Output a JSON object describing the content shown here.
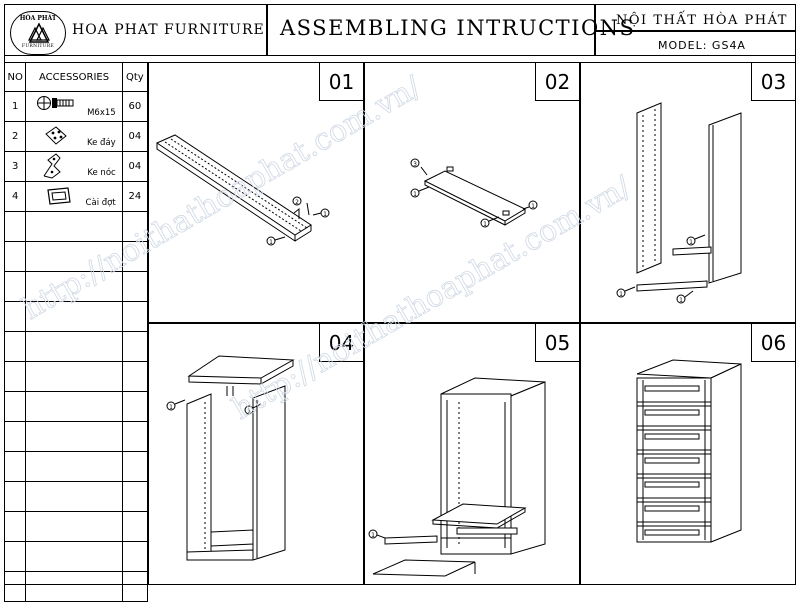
{
  "header": {
    "logo_top": "HÒA PHÁT",
    "logo_bottom": "FURNITURE",
    "brand": "HOA PHAT FURNITURE",
    "title": "ASSEMBLING INTRUCTIONS",
    "company": "NỘI THẤT HÒA PHÁT",
    "model": "MODEL: GS4A"
  },
  "accessories": {
    "headers": {
      "no": "NO",
      "name": "ACCESSORIES",
      "qty": "Qty"
    },
    "items": [
      {
        "no": "1",
        "name": "M6x15",
        "qty": "60",
        "icon": "bolt-icon"
      },
      {
        "no": "2",
        "name": "Ke đáy",
        "qty": "04",
        "icon": "bottom-bracket-icon"
      },
      {
        "no": "3",
        "name": "Ke nóc",
        "qty": "04",
        "icon": "top-bracket-icon"
      },
      {
        "no": "4",
        "name": "Cài đợt",
        "qty": "24",
        "icon": "shelf-clip-icon"
      }
    ]
  },
  "steps": [
    {
      "number": "01"
    },
    {
      "number": "02"
    },
    {
      "number": "03"
    },
    {
      "number": "04"
    },
    {
      "number": "05"
    },
    {
      "number": "06"
    }
  ],
  "callouts": {
    "one": "1",
    "two": "2",
    "three": "3"
  },
  "watermark": "http://noithathoaphat.com.vn/"
}
